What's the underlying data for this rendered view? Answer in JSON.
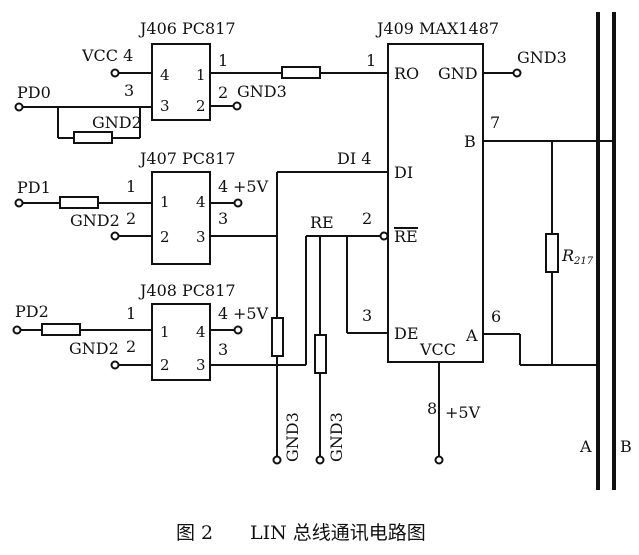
{
  "caption": {
    "figure_no": "图 2",
    "title": "LIN 总线通讯电路图"
  },
  "optocouplers": [
    {
      "title": "J406 PC817",
      "pins": {
        "p1": "1",
        "p2": "2",
        "p3": "3",
        "p4": "4"
      },
      "left_labels": {
        "top_net": "VCC 4",
        "top_pin": "3",
        "signal": "PD0",
        "bottom_net": "GND2"
      },
      "right_labels": {
        "out_pin": "1",
        "gnd_pin": "2",
        "gnd_net": "GND3"
      }
    },
    {
      "title": "J407 PC817",
      "pins": {
        "p1": "1",
        "p2": "2",
        "p3": "3",
        "p4": "4"
      },
      "left_labels": {
        "signal": "PD1",
        "pin1": "1",
        "gnd_net": "GND2",
        "pin2": "2"
      },
      "right_labels": {
        "pin4": "4",
        "vcc_net": "+5V",
        "pin3": "3"
      }
    },
    {
      "title": "J408 PC817",
      "pins": {
        "p1": "1",
        "p2": "2",
        "p3": "3",
        "p4": "4"
      },
      "left_labels": {
        "signal": "PD2",
        "pin1": "1",
        "gnd_net": "GND2",
        "pin2": "2"
      },
      "right_labels": {
        "pin4": "4",
        "vcc_net": "+5V",
        "pin3": "3"
      }
    }
  ],
  "transceiver": {
    "title": "J409 MAX1487",
    "pins": {
      "ro": "RO",
      "di": "DI",
      "re": "RE",
      "de": "DE",
      "gnd": "GND",
      "b": "B",
      "a": "A",
      "vcc": "VCC"
    },
    "pin_numbers": {
      "ro": "1",
      "di": "DI 4",
      "re": "2",
      "de": "3",
      "b": "7",
      "a": "6",
      "vcc": "8"
    },
    "nets": {
      "gnd": "GND3",
      "re": "RE",
      "vcc": "+5V"
    }
  },
  "bottom_nets": [
    "GND3",
    "GND3"
  ],
  "resistor_label": {
    "main": "R",
    "sub": "217"
  },
  "bus_labels": {
    "a": "A",
    "b": "B"
  }
}
